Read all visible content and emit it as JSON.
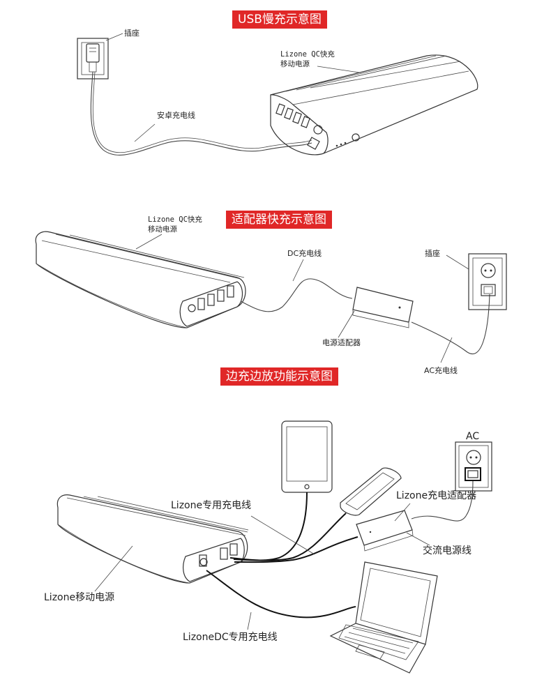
{
  "sections": {
    "usb": {
      "title": "USB慢充示意图",
      "socket_label": "插座",
      "powerbank_label": "Lizone QC快充\n移动电源",
      "cable_label": "安卓充电线"
    },
    "adapter": {
      "title": "适配器快充示意图",
      "powerbank_label": "Lizone QC快充\n移动电源",
      "dc_cable_label": "DC充电线",
      "socket_label": "插座",
      "adapter_label": "电源适配器",
      "ac_cable_label": "AC充电线"
    },
    "passthrough": {
      "title": "边充边放功能示意图",
      "ac_label": "AC",
      "cable_label": "Lizone专用充电线",
      "adapter_label": "Lizone充电适配器",
      "ac_cord_label": "交流电源线",
      "powerbank_label": "Lizone移动电源",
      "dc_cable_label": "LizoneDC专用充电线"
    }
  },
  "colors": {
    "banner": "#e02727",
    "line": "#333333"
  }
}
